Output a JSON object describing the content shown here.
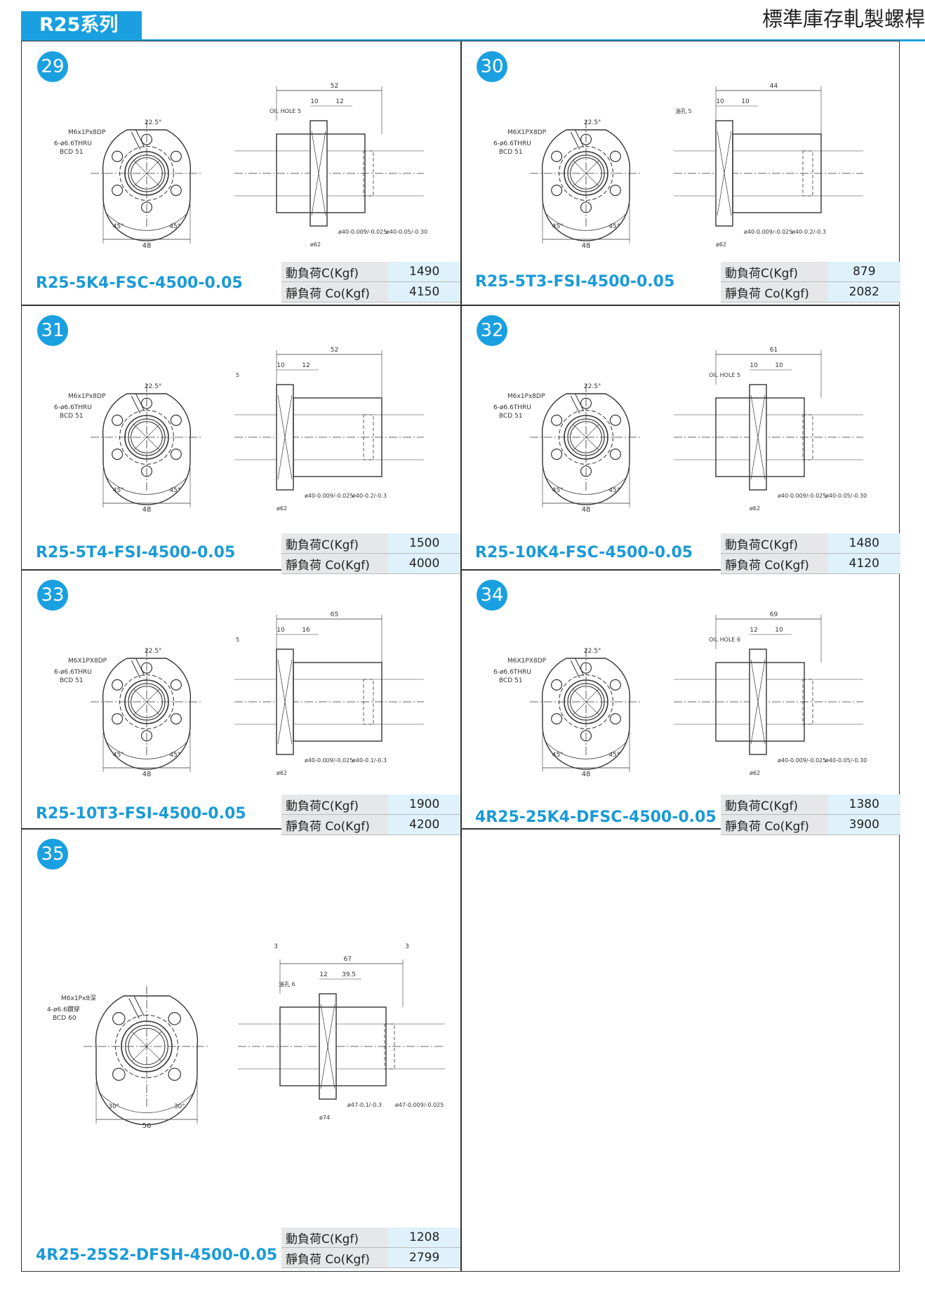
{
  "header": {
    "series_label": "R25系列",
    "page_title": "標準庫存軋製螺桿"
  },
  "spec_labels": {
    "dynamic": "動負荷C(Kgf)",
    "static": "靜負荷 Co(Kgf)"
  },
  "colors": {
    "accent": "#1aa0e0",
    "model_text": "#1a9ad6",
    "label_bg": "#e6e7e8",
    "value_bg": "#dff1fb"
  },
  "items": [
    {
      "number": "29",
      "model": "R25-5K4-FSC-4500-0.05",
      "dynamic": "1490",
      "static": "4150",
      "dims": {
        "length": "52",
        "d1": "10",
        "d2": "12",
        "pcd": "48",
        "oil": "OIL HOLE 5",
        "tap": "M6x1Px8DP",
        "holes": "6-ø6.6THRU",
        "bcd": "BCD 51",
        "angle_tap": "22.5°",
        "angle_l": "45°",
        "angle_r": "45°",
        "flange": "ø62",
        "od1": "ø40-0.009/-0.025",
        "od2": "ø40-0.05/-0.30"
      }
    },
    {
      "number": "30",
      "model": "R25-5T3-FSI-4500-0.05",
      "dynamic": "879",
      "static": "2082",
      "dims": {
        "length": "44",
        "d1": "10",
        "d2": "10",
        "pcd": "48",
        "oil": "油孔 5",
        "tap": "M6X1PX8DP",
        "holes": "6-ø6.6THRU",
        "bcd": "BCD 51",
        "angle_tap": "22.5°",
        "angle_l": "45°",
        "angle_r": "45°",
        "flange": "ø62",
        "od1": "ø40-0.009/-0.025",
        "od2": "ø40-0.2/-0.3"
      }
    },
    {
      "number": "31",
      "model": "R25-5T4-FSI-4500-0.05",
      "dynamic": "1500",
      "static": "4000",
      "dims": {
        "length": "52",
        "d1": "10",
        "d2": "12",
        "pcd": "48",
        "oil": "5",
        "tap": "M6x1Px8DP",
        "holes": "6-ø6.6THRU",
        "bcd": "BCD 51",
        "angle_tap": "22.5°",
        "angle_l": "45°",
        "angle_r": "45°",
        "flange": "ø62",
        "od1": "ø40-0.009/-0.025",
        "od2": "ø40-0.2/-0.3"
      }
    },
    {
      "number": "32",
      "model": "R25-10K4-FSC-4500-0.05",
      "dynamic": "1480",
      "static": "4120",
      "dims": {
        "length": "61",
        "d1": "10",
        "d2": "10",
        "pcd": "48",
        "oil": "OIL HOLE 5",
        "tap": "M6x1Px8DP",
        "holes": "6-ø6.6THRU",
        "bcd": "BCD 51",
        "angle_tap": "22.5°",
        "angle_l": "45°",
        "angle_r": "45°",
        "flange": "ø62",
        "od1": "ø40-0.009/-0.025",
        "od2": "ø40-0.05/-0.30"
      }
    },
    {
      "number": "33",
      "model": "R25-10T3-FSI-4500-0.05",
      "dynamic": "1900",
      "static": "4200",
      "dims": {
        "length": "65",
        "d1": "10",
        "d2": "16",
        "pcd": "48",
        "oil": "5",
        "tap": "M6X1PX8DP",
        "holes": "6-ø6.6THRU",
        "bcd": "BCD 51",
        "angle_tap": "22.5°",
        "angle_l": "45°",
        "angle_r": "45°",
        "flange": "ø62",
        "od1": "ø40-0.009/-0.025",
        "od2": "ø40-0.1/-0.3"
      }
    },
    {
      "number": "34",
      "model": "4R25-25K4-DFSC-4500-0.05",
      "dynamic": "1380",
      "static": "3900",
      "dims": {
        "length": "69",
        "d1": "12",
        "d2": "10",
        "pcd": "48",
        "oil": "OIL HOLE 6",
        "tap": "M6X1PX8DP",
        "holes": "6-ø6.6THRU",
        "bcd": "BCD 51",
        "angle_tap": "22.5°",
        "angle_l": "45°",
        "angle_r": "45°",
        "flange": "ø62",
        "od1": "ø40-0.009/-0.025",
        "od2": "ø40-0.05/-0.30"
      }
    },
    {
      "number": "35",
      "model": "4R25-25S2-DFSH-4500-0.05",
      "dynamic": "1208",
      "static": "2799",
      "dims": {
        "length": "67",
        "d1": "12",
        "d2": "39.5",
        "pcd": "56",
        "oil": "油孔 6",
        "tap": "M6x1Px8深",
        "holes": "4-ø6.6鑽穿",
        "bcd": "BCD 60",
        "angle_tap": "",
        "angle_l": "30°",
        "angle_r": "30°",
        "flange": "ø74",
        "od1": "ø47-0.1/-0.3",
        "od2": "ø47-0.009/-0.025",
        "side": "3"
      }
    }
  ]
}
